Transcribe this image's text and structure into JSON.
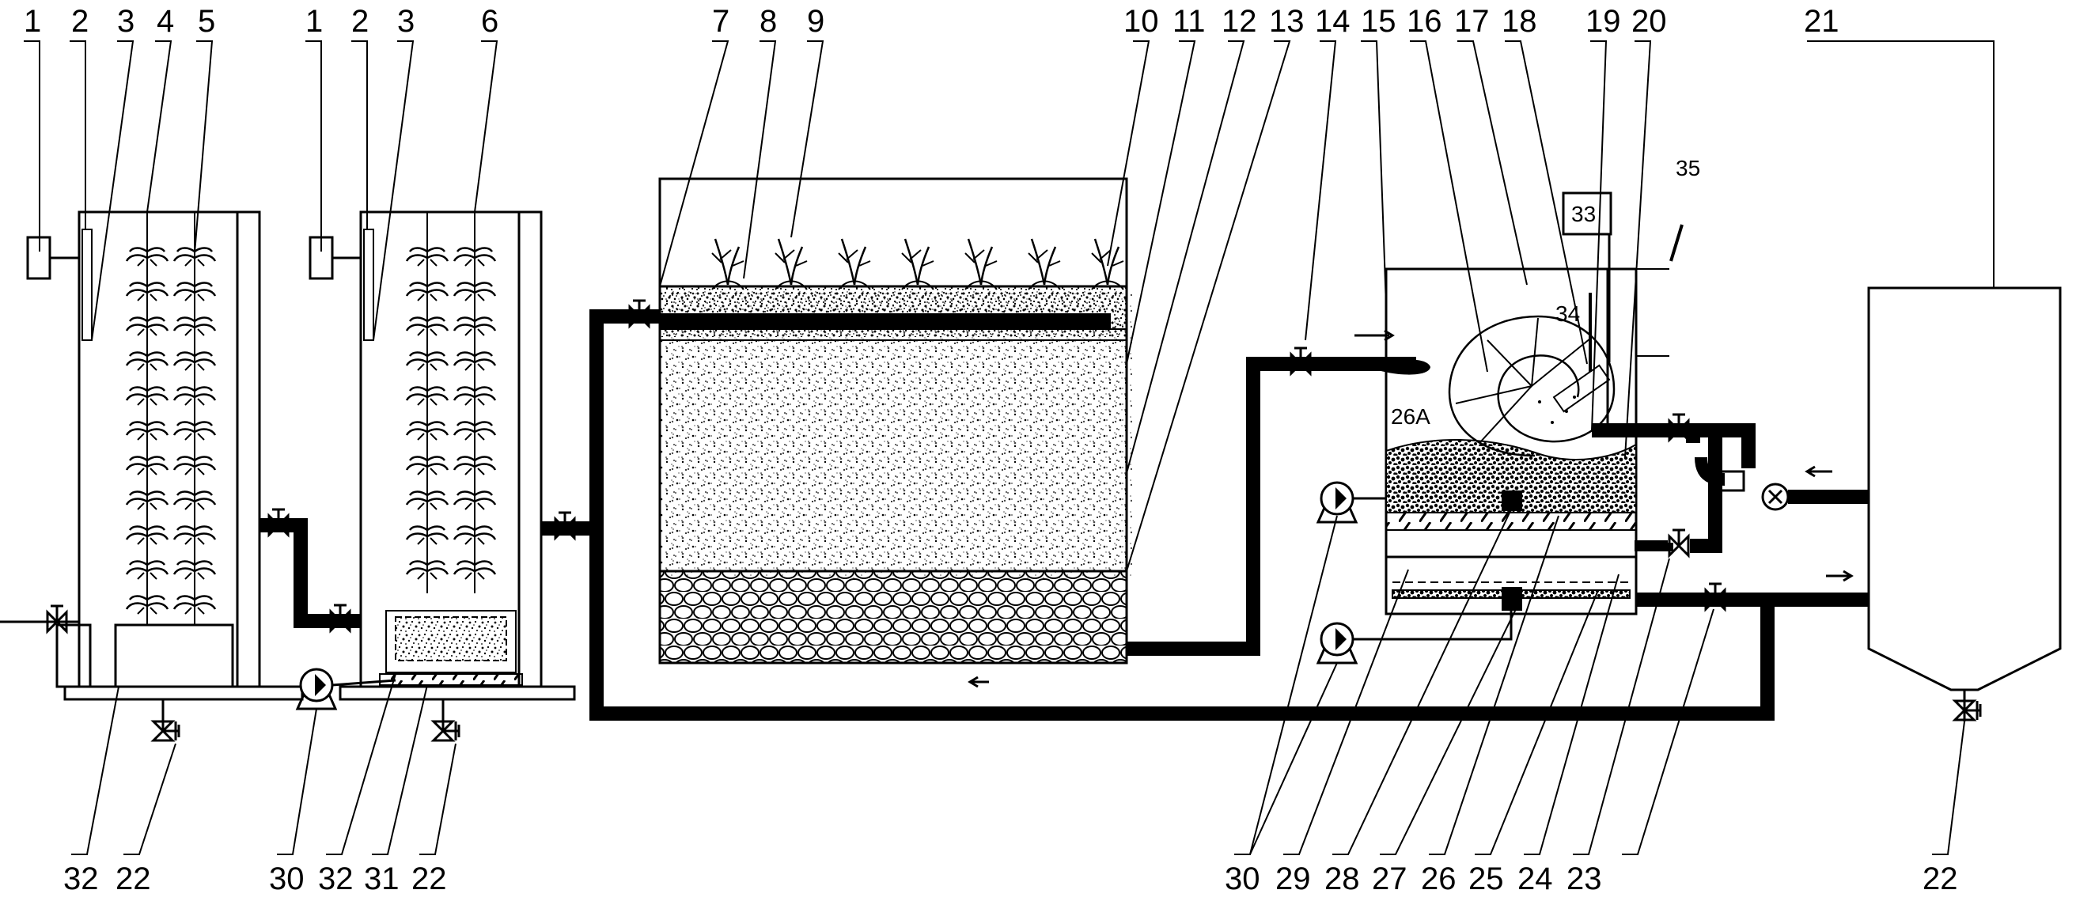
{
  "top_labels": [
    "1",
    "2",
    "3",
    "4",
    "5",
    "1",
    "2",
    "3",
    "6",
    "7",
    "8",
    "9",
    "10",
    "11",
    "12",
    "13",
    "14",
    "15",
    "16",
    "17",
    "18",
    "19",
    "20",
    "21"
  ],
  "bottom_labels": [
    "32",
    "22",
    "30",
    "32",
    "31",
    "22",
    "30",
    "29",
    "28",
    "27",
    "26",
    "25",
    "24",
    "23",
    "22"
  ],
  "inline_labels": {
    "controller": "33",
    "nozzle": "34",
    "pipe_tag": "35",
    "media": "26A"
  },
  "colors": {
    "ink": "#000000",
    "paper": "#ffffff"
  }
}
